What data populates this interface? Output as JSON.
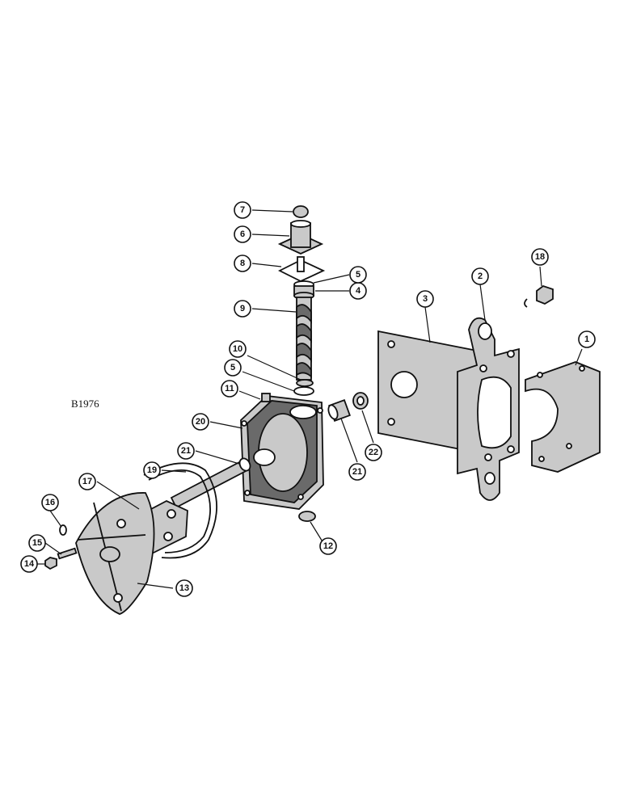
{
  "diagram": {
    "reference_code": "B1976",
    "callouts": [
      {
        "id": "c1",
        "label": "1"
      },
      {
        "id": "c2",
        "label": "2"
      },
      {
        "id": "c3",
        "label": "3"
      },
      {
        "id": "c4",
        "label": "4"
      },
      {
        "id": "c5a",
        "label": "5"
      },
      {
        "id": "c5b",
        "label": "5"
      },
      {
        "id": "c6",
        "label": "6"
      },
      {
        "id": "c7",
        "label": "7"
      },
      {
        "id": "c8",
        "label": "8"
      },
      {
        "id": "c9",
        "label": "9"
      },
      {
        "id": "c10",
        "label": "10"
      },
      {
        "id": "c11",
        "label": "11"
      },
      {
        "id": "c12",
        "label": "12"
      },
      {
        "id": "c13",
        "label": "13"
      },
      {
        "id": "c14",
        "label": "14"
      },
      {
        "id": "c15",
        "label": "15"
      },
      {
        "id": "c16",
        "label": "16"
      },
      {
        "id": "c17",
        "label": "17"
      },
      {
        "id": "c18",
        "label": "18"
      },
      {
        "id": "c19",
        "label": "19"
      },
      {
        "id": "c20",
        "label": "20"
      },
      {
        "id": "c21a",
        "label": "21"
      },
      {
        "id": "c21b",
        "label": "21"
      },
      {
        "id": "c22",
        "label": "22"
      }
    ],
    "colors": {
      "ink": "#111111",
      "shading": "#c9c9c9",
      "paper": "#ffffff"
    }
  }
}
